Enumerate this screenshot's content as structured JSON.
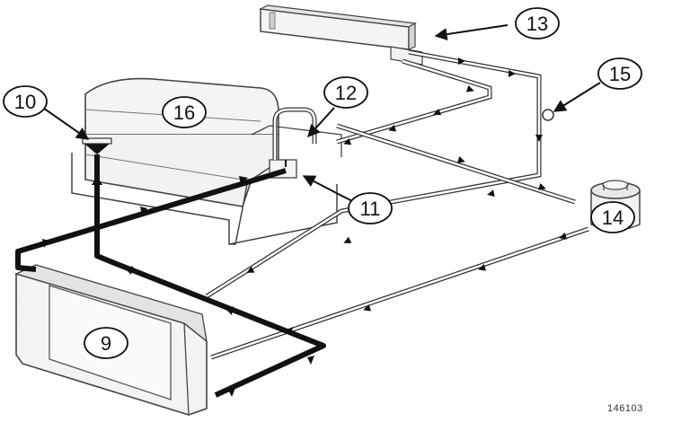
{
  "diagram": {
    "callouts": {
      "c9": "9",
      "c10": "10",
      "c11": "11",
      "c12": "12",
      "c13": "13",
      "c14": "14",
      "c15": "15",
      "c16": "16"
    },
    "figure_id": "146103",
    "colors": {
      "outline": "#333333",
      "heavy_line": "#111111",
      "component_fill": "#f2f2f2",
      "shade": "#d9d9d9"
    }
  }
}
